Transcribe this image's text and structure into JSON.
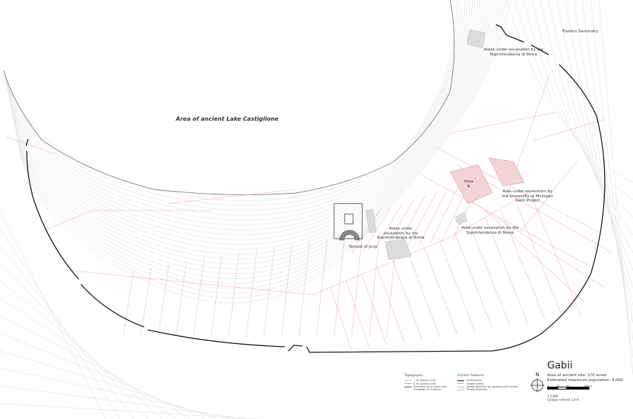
{
  "map": {
    "title": "Gabii",
    "area_text": "Area of ancient site: 170 acres",
    "population_text": "Estimated maximum population: 9,000",
    "scale_ticks": [
      "0",
      "25",
      "50",
      "100 m"
    ],
    "scale_ratio": "1:1,000",
    "contour_interval": "Contour interval 1.0 m",
    "north_label": "N",
    "colors": {
      "street": "#e8a0a8",
      "fortification": "#111111",
      "contour": "#cfcfcf",
      "excavation": "#dcdcdc",
      "area_b": "#f3d3d6"
    }
  },
  "labels": {
    "lake": "Area of ancient Lake Castiglione",
    "eastern_sanctuary": "Eastern Sanctuary",
    "soprintendenza_north": [
      "Areas under excavation by the",
      "Soprintendenza di Roma"
    ],
    "area_b": [
      "Area",
      "B"
    ],
    "michigan": [
      "Area under excavation by",
      "the University of Michigan",
      "Gabii Project"
    ],
    "soprintendenza_east": [
      "Area under excavation by the",
      "Soprintendenza di Roma"
    ],
    "soprintendenza_juno": [
      "Areas under",
      "excavation by the",
      "Soprintendenza di Roma"
    ],
    "temple_juno": "Temple of Juno"
  },
  "legend": {
    "topography": {
      "heading": "Topography",
      "items": [
        "1 m contour line",
        "5 m contour line",
        "Shoreline of ancient lake",
        "Elevation (in meters)"
      ]
    },
    "ancient_features": {
      "heading": "Ancient Features",
      "items": [
        "Fortification",
        "Visible street",
        "Street detected by geophysical survey",
        "Visible features"
      ]
    }
  }
}
